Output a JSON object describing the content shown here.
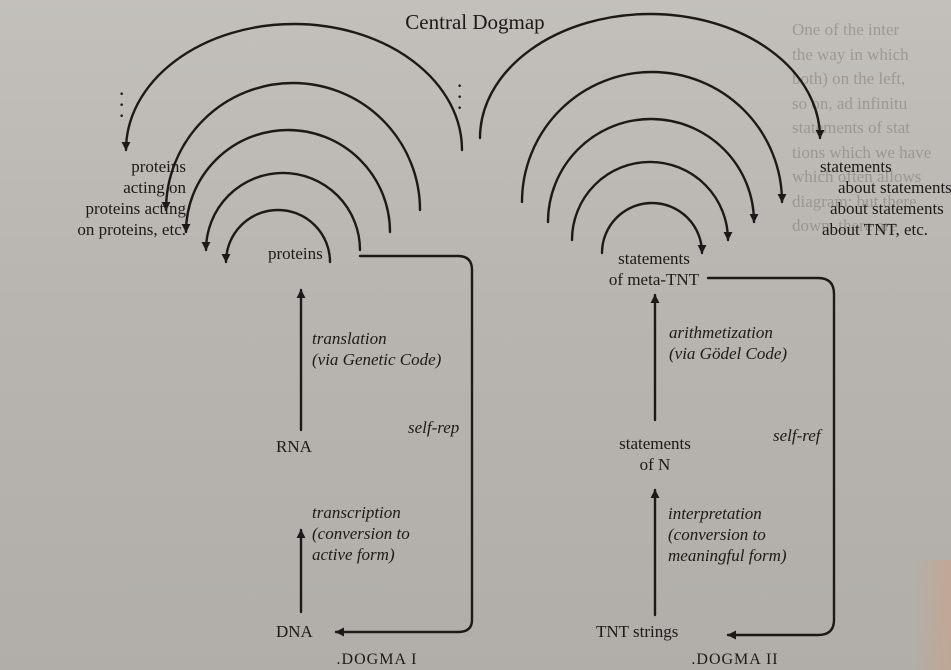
{
  "title": "Central Dogmap",
  "left": {
    "outer_label": [
      "proteins",
      "acting on",
      "proteins acting",
      "on proteins, etc."
    ],
    "top_node": "proteins",
    "upper_process": [
      "translation",
      "(via Genetic Code)"
    ],
    "self_loop": "self-rep",
    "middle_node": "RNA",
    "lower_process": [
      "transcription",
      "(conversion to",
      "active form)"
    ],
    "bottom_node": "DNA",
    "caption": ".DOGMA I"
  },
  "right": {
    "outer_label": [
      "statements",
      "about statements",
      "about statements",
      "about TNT, etc."
    ],
    "top_node": [
      "statements",
      "of meta-TNT"
    ],
    "upper_process": [
      "arithmetization",
      "(via Gödel Code)"
    ],
    "self_loop": "self-ref",
    "middle_node": [
      "statements",
      "of N"
    ],
    "lower_process": [
      "interpretation",
      "(conversion to",
      "meaningful form)"
    ],
    "bottom_node": "TNT strings",
    "caption": ".DOGMA II"
  },
  "ellipsis": "· · ·",
  "background_text": [
    "One of the inter",
    "the way in which",
    "both) on the left,",
    "so on, ad infinitu",
    "statements of stat",
    "tions which we have",
    "which often allows",
    "diagram: but there",
    "down, there are"
  ]
}
